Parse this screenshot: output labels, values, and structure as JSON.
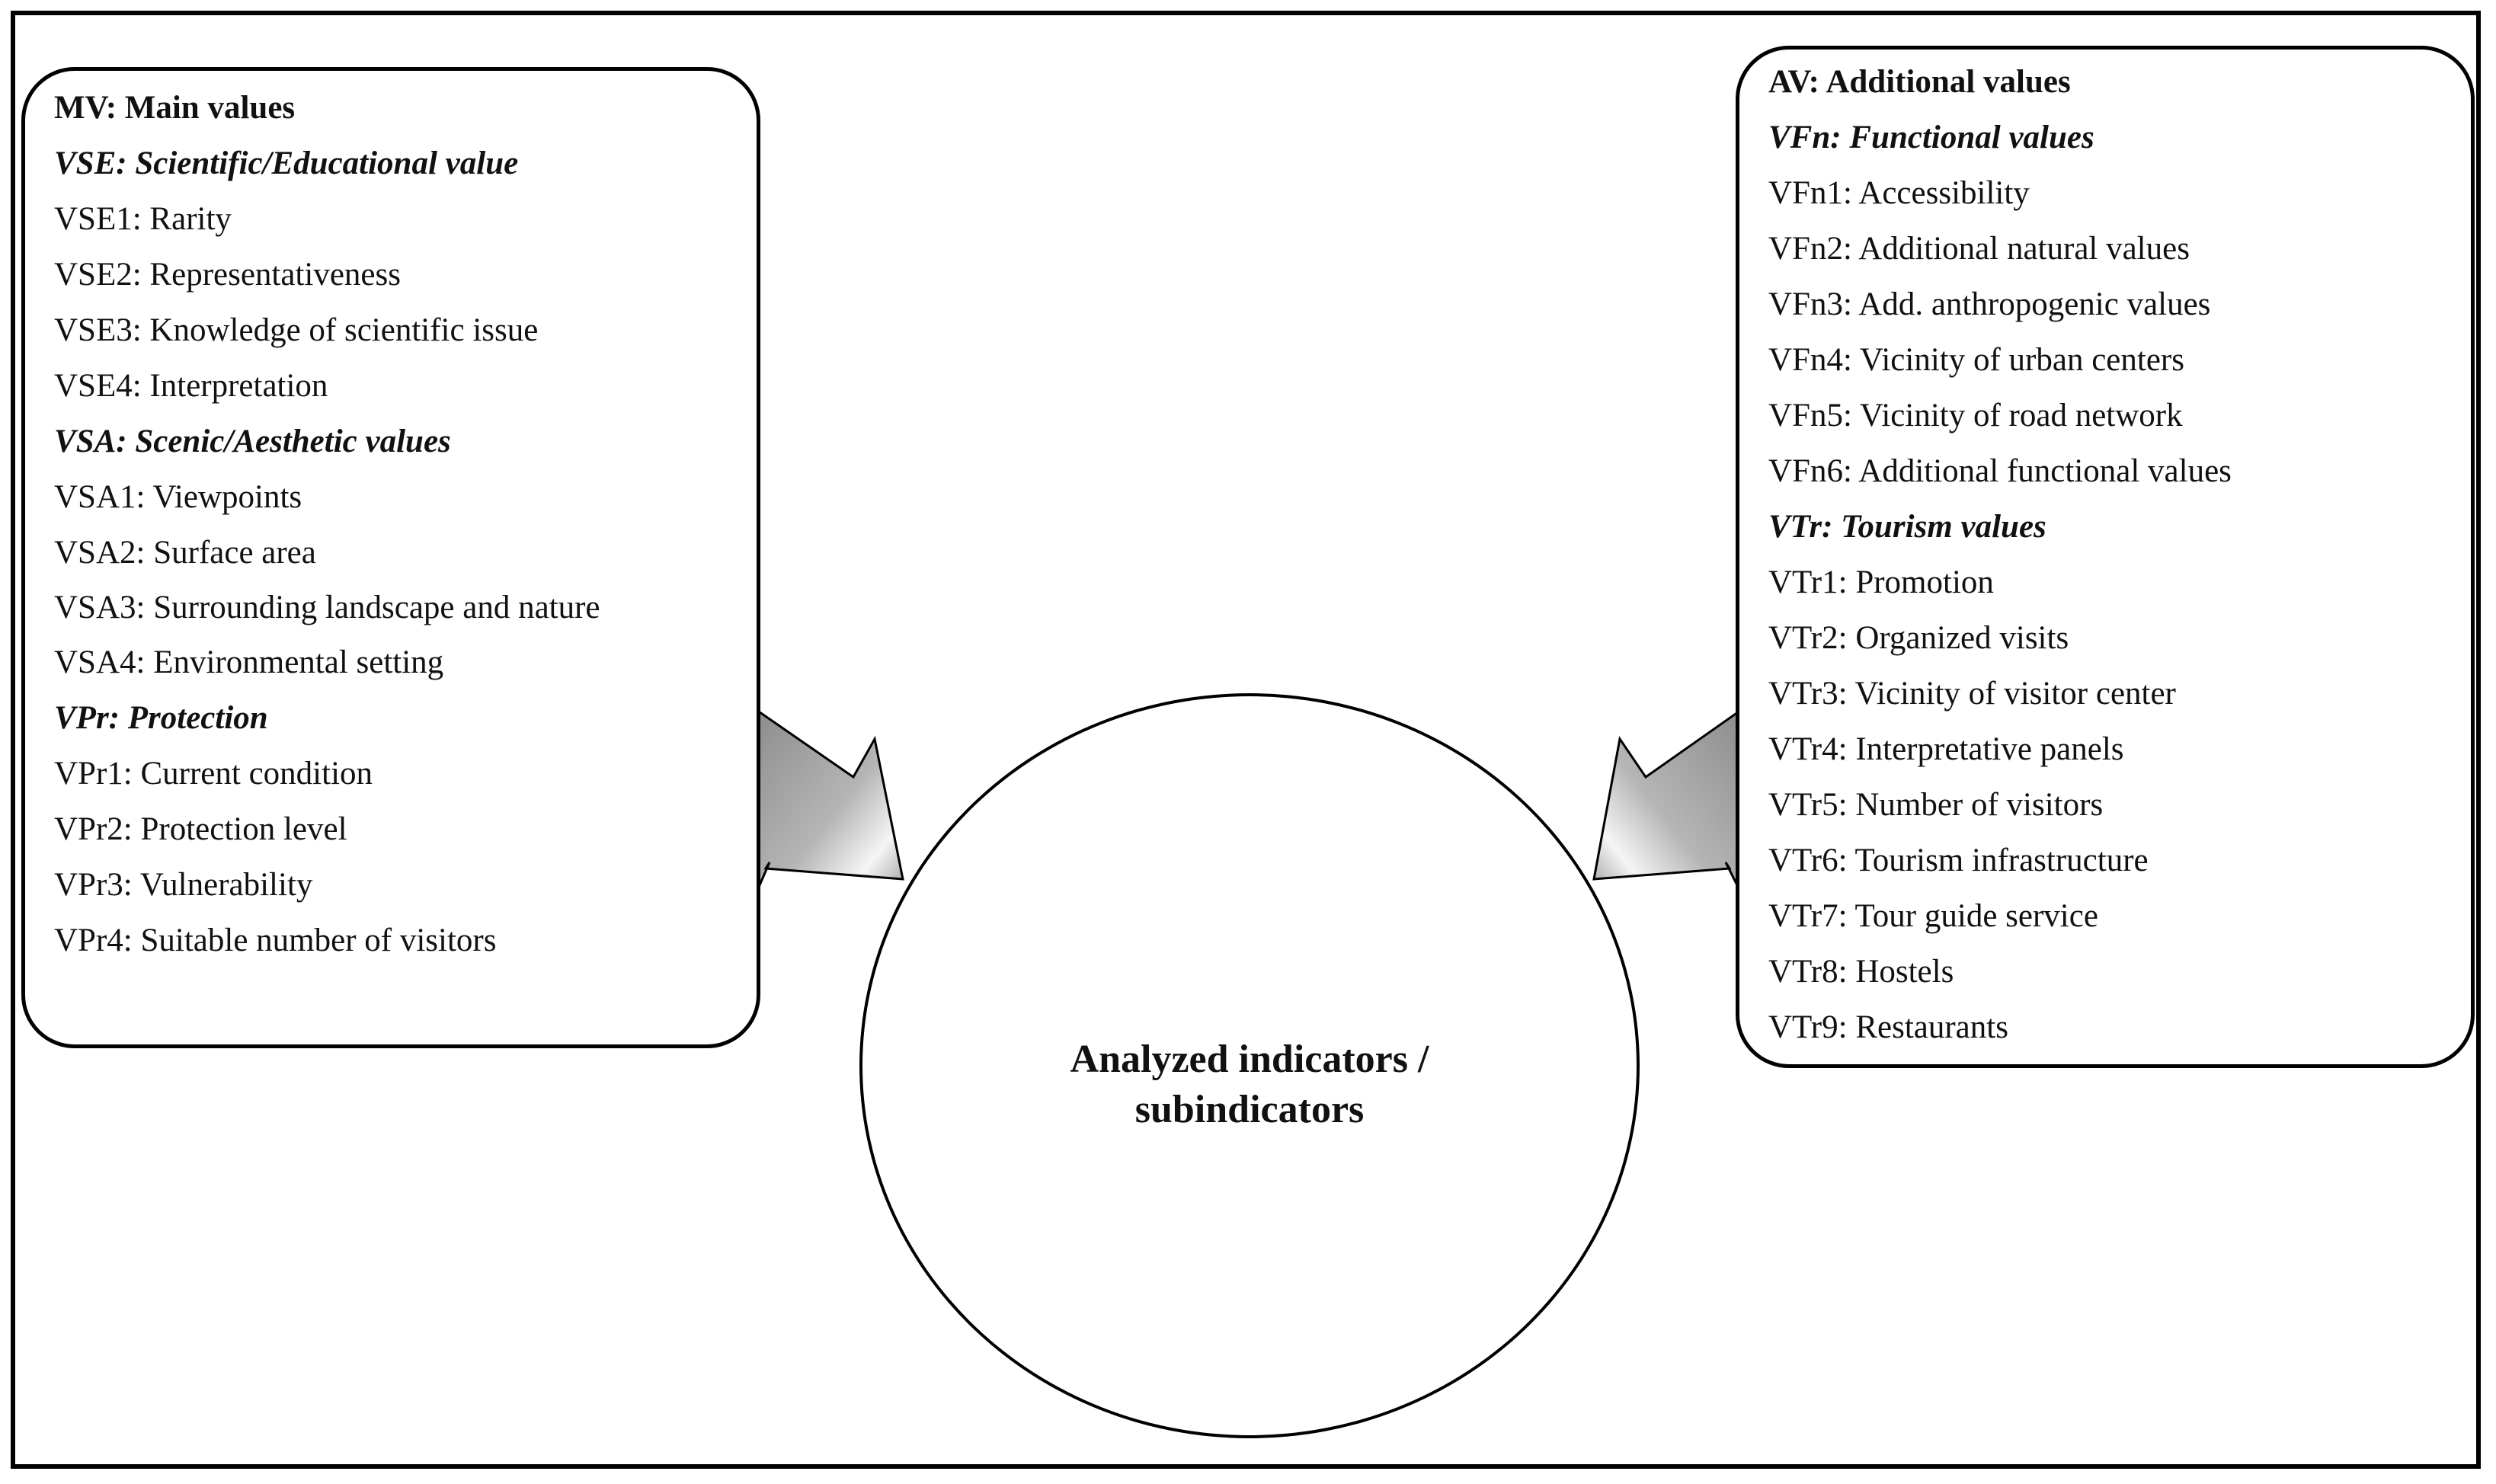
{
  "diagram": {
    "center": {
      "line1": "Analyzed indicators /",
      "line2": "subindicators"
    },
    "main_values": {
      "title": "MV: Main values",
      "groups": [
        {
          "label": "VSE: Scientific/Educational value",
          "items": [
            "VSE1: Rarity",
            "VSE2: Representativeness",
            "VSE3: Knowledge of scientific issue",
            "VSE4: Interpretation"
          ]
        },
        {
          "label": "VSA: Scenic/Aesthetic values",
          "items": [
            "VSA1: Viewpoints",
            "VSA2: Surface area",
            "VSA3: Surrounding landscape and nature",
            "VSA4: Environmental setting"
          ]
        },
        {
          "label": "VPr: Protection",
          "items": [
            "VPr1: Current condition",
            "VPr2: Protection level",
            "VPr3: Vulnerability",
            "VPr4: Suitable number of visitors"
          ]
        }
      ]
    },
    "additional_values": {
      "title": "AV: Additional values",
      "groups": [
        {
          "label": "VFn: Functional values",
          "items": [
            "VFn1: Accessibility",
            "VFn2: Additional natural values",
            "VFn3: Add. anthropogenic values",
            "VFn4: Vicinity of urban centers",
            "VFn5: Vicinity of road network",
            "VFn6: Additional functional values"
          ]
        },
        {
          "label": "VTr: Tourism values",
          "items": [
            "VTr1: Promotion",
            "VTr2: Organized visits",
            "VTr3: Vicinity of visitor center",
            "VTr4: Interpretative panels",
            "VTr5: Number of visitors",
            "VTr6: Tourism infrastructure",
            "VTr7: Tour guide service",
            "VTr8: Hostels",
            "VTr9: Restaurants"
          ]
        }
      ]
    },
    "colors": {
      "arrow_fill": "#a6a6a6",
      "arrow_highlight": "#f2f2f2",
      "border": "#000000"
    }
  }
}
